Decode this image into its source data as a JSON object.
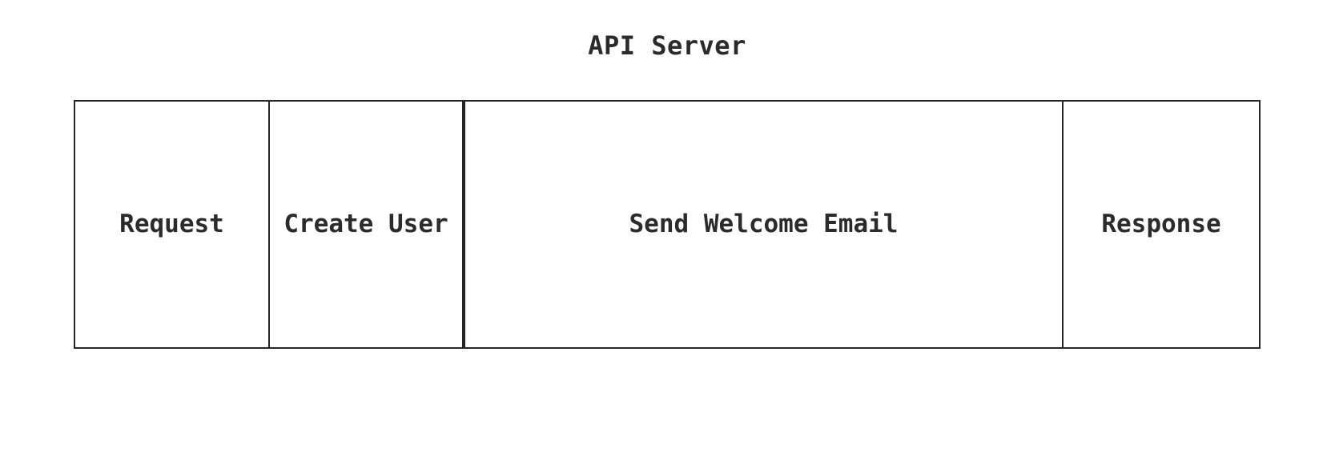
{
  "diagram": {
    "title": "API Server",
    "spans": [
      {
        "label": "Request"
      },
      {
        "label": "Create User"
      },
      {
        "label": "Send Welcome Email"
      },
      {
        "label": "Response"
      }
    ],
    "colors": {
      "border": "#262626",
      "text": "#2b2b2b",
      "background": "#ffffff"
    }
  }
}
